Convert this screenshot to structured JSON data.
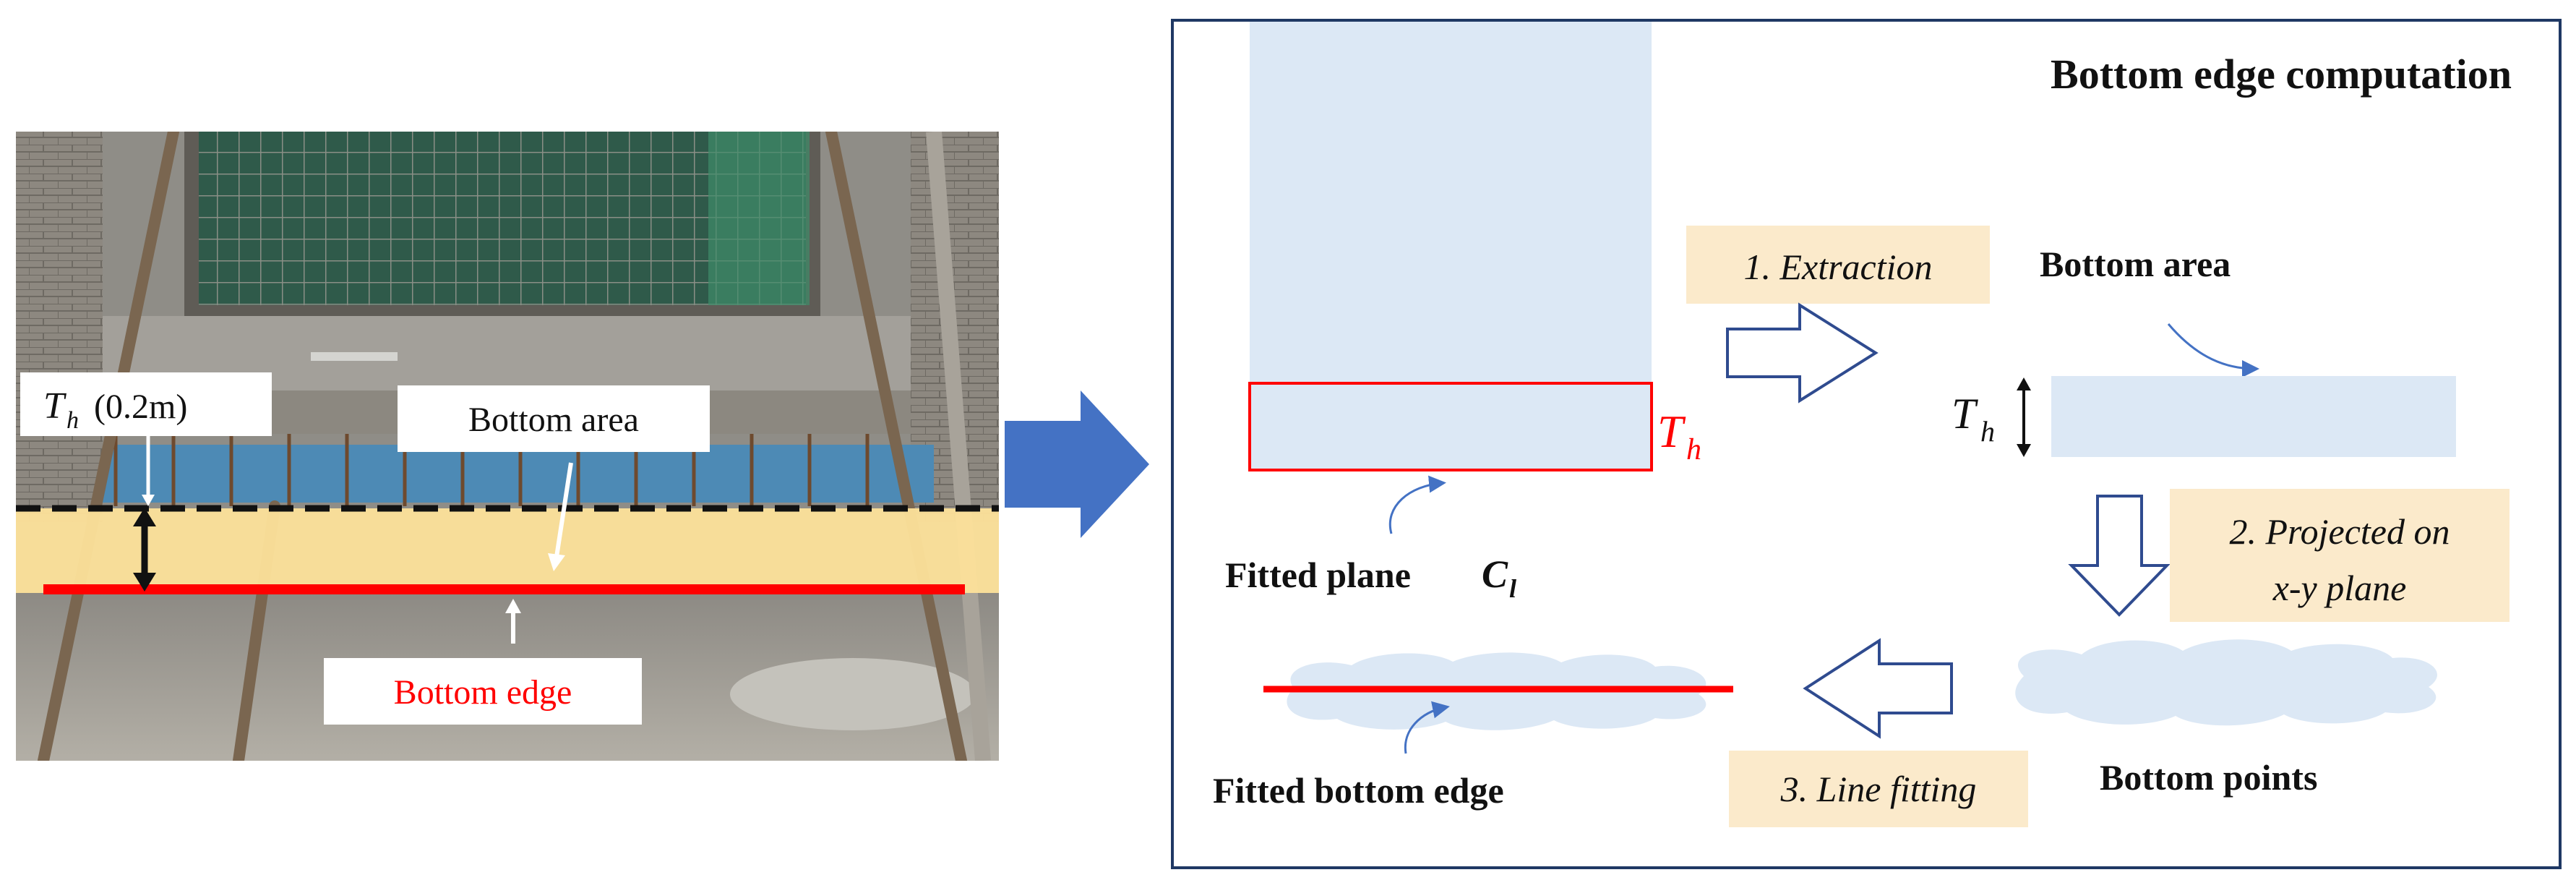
{
  "photo": {
    "bottom_area_label": "Bottom area",
    "bottom_edge_label": "Bottom edge",
    "th_symbol": "T",
    "th_subscript": "h",
    "th_value": "(0.2m)"
  },
  "panel": {
    "title": "Bottom edge computation",
    "fitted_plane_label": "Fitted plane ",
    "fitted_plane_symbol": "C",
    "fitted_plane_subscript": "l",
    "th_symbol": "T",
    "th_subscript": "h",
    "steps": {
      "extraction": "1. Extraction",
      "projected_line1": "2. Projected on",
      "projected_line2": "x-y plane",
      "line_fitting": "3. Line fitting"
    },
    "bottom_area_label": "Bottom area",
    "bottom_points_label": "Bottom points",
    "fitted_bottom_edge_label": "Fitted bottom edge"
  },
  "colors": {
    "accent_red": "#ff0000",
    "plane_fill": "#dce8f5",
    "step_box_fill": "#fbeacb",
    "arrow_outline": "#2f4b8f",
    "big_arrow": "#4472c4",
    "frame": "#1f3864",
    "yellow_band": "#fde29a"
  }
}
